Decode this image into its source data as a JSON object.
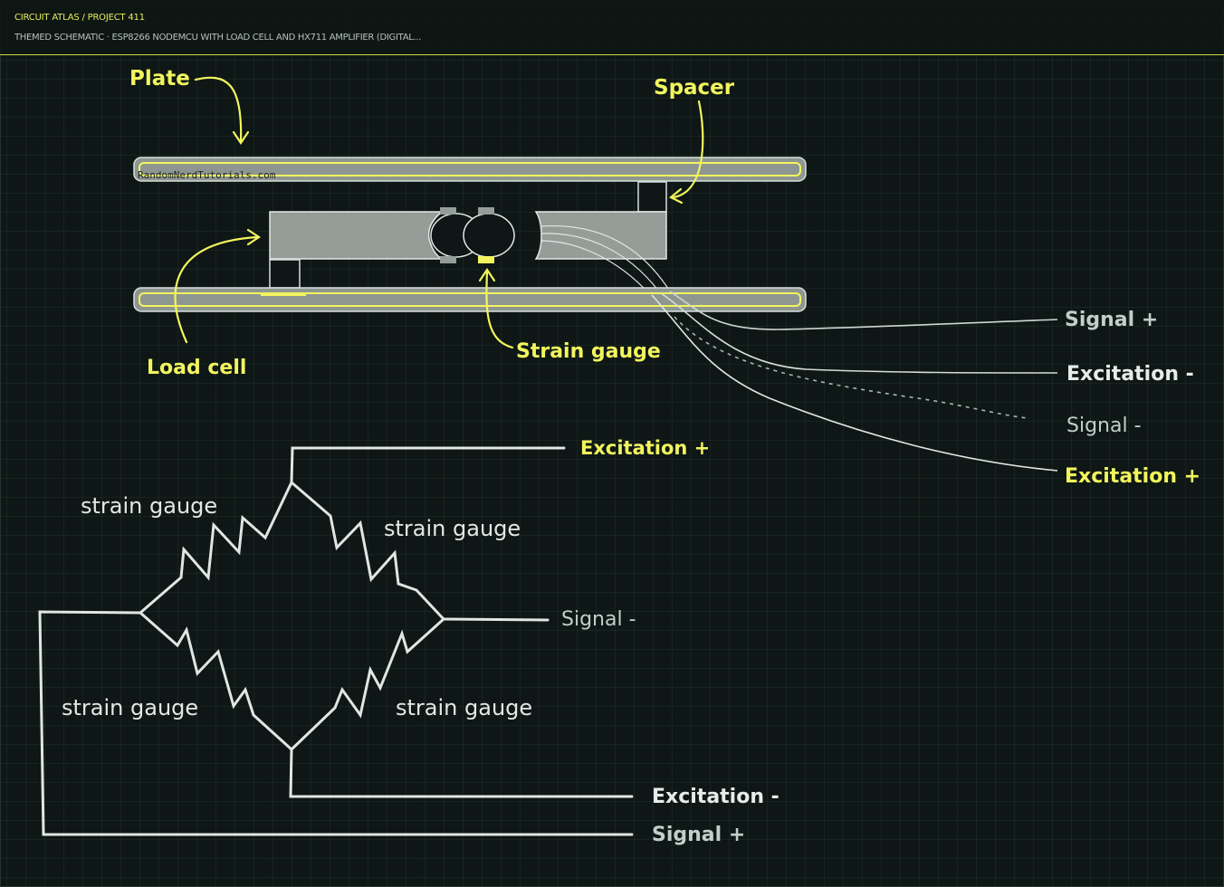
{
  "header": {
    "breadcrumb": "CIRCUIT ATLAS / PROJECT 411",
    "subtitle": "THEMED SCHEMATIC · ESP8266 NODEMCU WITH LOAD CELL AND HX711 AMPLIFIER (DIGITAL..."
  },
  "mechanical": {
    "plate_label": "Plate",
    "spacer_label": "Spacer",
    "load_cell_label": "Load cell",
    "strain_gauge_label": "Strain gauge",
    "watermark": "RandomNerdTutorials.com",
    "wires": {
      "signal_plus": "Signal +",
      "excitation_minus": "Excitation -",
      "signal_minus": "Signal -",
      "excitation_plus": "Excitation +"
    }
  },
  "bridge": {
    "gauge_top_left": "strain gauge",
    "gauge_top_right": "strain gauge",
    "gauge_bottom_left": "strain gauge",
    "gauge_bottom_right": "strain gauge",
    "excitation_plus": "Excitation +",
    "signal_minus": "Signal -",
    "excitation_minus": "Excitation -",
    "signal_plus": "Signal +"
  },
  "colors": {
    "accent": "#f2f55e",
    "background": "#0e1715",
    "wire": "#dfe6e3",
    "metal": "#959d99"
  }
}
